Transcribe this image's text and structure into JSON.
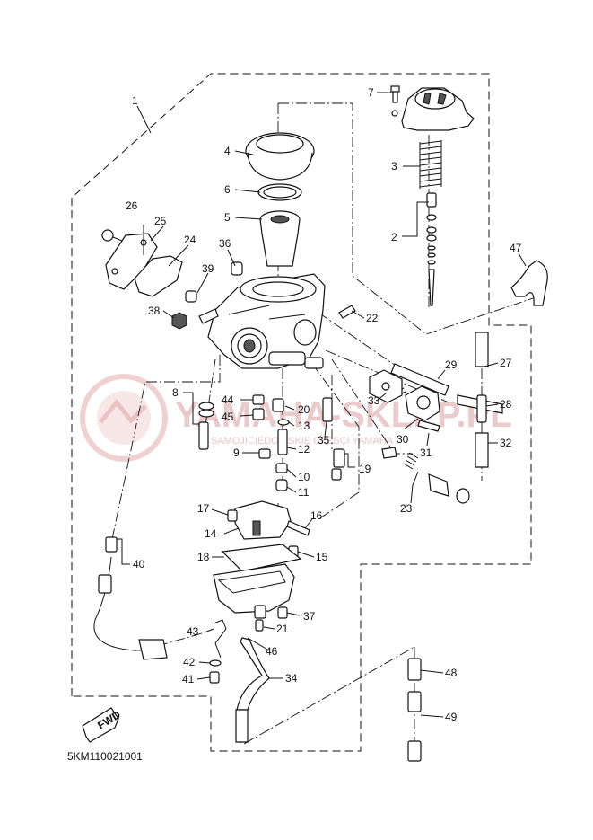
{
  "diagram": {
    "watermark": {
      "main": "YAMAHA-SKLEP.PL",
      "sub": "SAMOJICIEDOWSKIE CZESCI YAMAHA"
    },
    "fwd_label": "FWD",
    "code": "5KM110021001",
    "callouts": [
      {
        "id": "c1",
        "text": "1"
      },
      {
        "id": "c2",
        "text": "2"
      },
      {
        "id": "c3",
        "text": "3"
      },
      {
        "id": "c4",
        "text": "4"
      },
      {
        "id": "c5",
        "text": "5"
      },
      {
        "id": "c6",
        "text": "6"
      },
      {
        "id": "c7",
        "text": "7"
      },
      {
        "id": "c8",
        "text": "8"
      },
      {
        "id": "c9",
        "text": "9"
      },
      {
        "id": "c10",
        "text": "10"
      },
      {
        "id": "c11",
        "text": "11"
      },
      {
        "id": "c12",
        "text": "12"
      },
      {
        "id": "c13",
        "text": "13"
      },
      {
        "id": "c14",
        "text": "14"
      },
      {
        "id": "c15",
        "text": "15"
      },
      {
        "id": "c16",
        "text": "16"
      },
      {
        "id": "c17",
        "text": "17"
      },
      {
        "id": "c18",
        "text": "18"
      },
      {
        "id": "c19",
        "text": "19"
      },
      {
        "id": "c20",
        "text": "20"
      },
      {
        "id": "c21",
        "text": "21"
      },
      {
        "id": "c22",
        "text": "22"
      },
      {
        "id": "c23",
        "text": "23"
      },
      {
        "id": "c24",
        "text": "24"
      },
      {
        "id": "c25",
        "text": "25"
      },
      {
        "id": "c26",
        "text": "26"
      },
      {
        "id": "c27",
        "text": "27"
      },
      {
        "id": "c28",
        "text": "28"
      },
      {
        "id": "c29",
        "text": "29"
      },
      {
        "id": "c30",
        "text": "30"
      },
      {
        "id": "c31",
        "text": "31"
      },
      {
        "id": "c32",
        "text": "32"
      },
      {
        "id": "c33",
        "text": "33"
      },
      {
        "id": "c34",
        "text": "34"
      },
      {
        "id": "c35",
        "text": "35"
      },
      {
        "id": "c36",
        "text": "36"
      },
      {
        "id": "c37",
        "text": "37"
      },
      {
        "id": "c38",
        "text": "38"
      },
      {
        "id": "c39",
        "text": "39"
      },
      {
        "id": "c40",
        "text": "40"
      },
      {
        "id": "c41",
        "text": "41"
      },
      {
        "id": "c42",
        "text": "42"
      },
      {
        "id": "c43",
        "text": "43"
      },
      {
        "id": "c44",
        "text": "44"
      },
      {
        "id": "c45",
        "text": "45"
      },
      {
        "id": "c46",
        "text": "46"
      },
      {
        "id": "c47",
        "text": "47"
      },
      {
        "id": "c48",
        "text": "48"
      },
      {
        "id": "c49",
        "text": "49"
      }
    ]
  }
}
